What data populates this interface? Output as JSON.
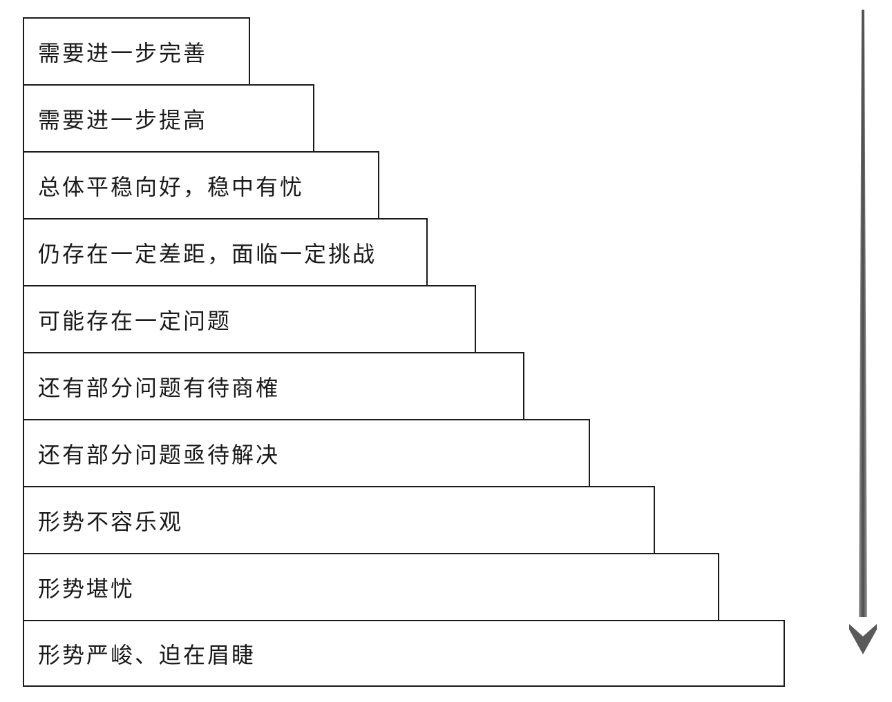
{
  "steps": [
    {
      "label": "需要进一步完善"
    },
    {
      "label": "需要进一步提高"
    },
    {
      "label": "总体平稳向好，稳中有忧"
    },
    {
      "label": "仍存在一定差距，面临一定挑战"
    },
    {
      "label": "可能存在一定问题"
    },
    {
      "label": "还有部分问题有待商榷"
    },
    {
      "label": "还有部分问题亟待解决"
    },
    {
      "label": "形势不容乐观"
    },
    {
      "label": "形势堪忧"
    },
    {
      "label": "形势严峻、迫在眉睫"
    }
  ],
  "arrow": {
    "icon": "down-arrow-icon",
    "color": "#5a5a5a"
  }
}
